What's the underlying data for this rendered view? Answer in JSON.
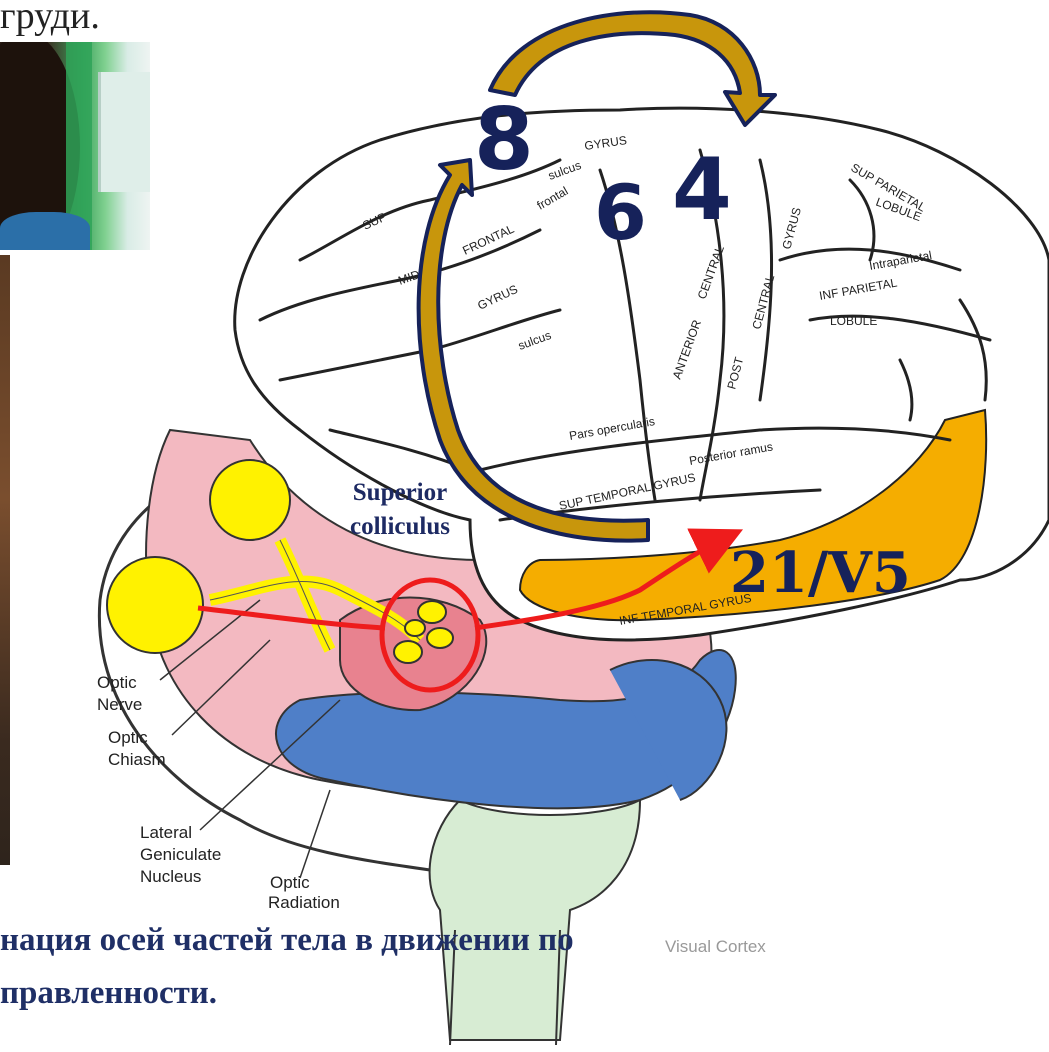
{
  "captions": {
    "top": "груди.",
    "bottom_line1": "нация осей частей тела в движении по",
    "bottom_line2": "правленности."
  },
  "areas": {
    "a8": "8",
    "a6": "6",
    "a4": "4",
    "v5": "21/V5",
    "superior_line1": "Superior",
    "superior_line2": "colliculus"
  },
  "brain_labels": {
    "gyrus_top": "GYRUS",
    "sup": "SUP",
    "frontal": "frontal",
    "sulcus1": "sulcus",
    "sulcus2": "sulcus",
    "middle": "MIDDLE",
    "frontal2": "FRONTAL",
    "gyrus2": "GYRUS",
    "anterior": "ANTERIOR",
    "central": "CENTRAL",
    "post": "POST",
    "central2": "CENTRAL",
    "gyrus3": "GYRUS",
    "sup_parietal": "SUP PARIETAL",
    "lobule": "LOBULE",
    "intraparietal": "Intraparietal",
    "inf_parietal": "INF PARIETAL",
    "lobule2": "LOBULE",
    "posterior_ramus": "Posterior ramus",
    "sup_temporal": "SUP TEMPORAL GYRUS",
    "inf_temporal": "INF TEMPORAL GYRUS",
    "pars": "Pars opercularis",
    "optic_nerve1": "Optic",
    "optic_nerve2": "Nerve",
    "optic_chiasm1": "Optic",
    "optic_chiasm2": "Chiasm",
    "lgn1": "Lateral",
    "lgn2": "Geniculate",
    "lgn3": "Nucleus",
    "radiation1": "Optic",
    "radiation2": "Radiation",
    "visual_cortex": "Visual Cortex"
  },
  "colors": {
    "navy": "#16225a",
    "gold": "#c8960c",
    "orange": "#f5ad00",
    "red": "#ee1c1c",
    "yellow": "#fff200",
    "pink": "#f3b9c1",
    "blue": "#4f7fc8",
    "green": "#cfe9cf"
  }
}
